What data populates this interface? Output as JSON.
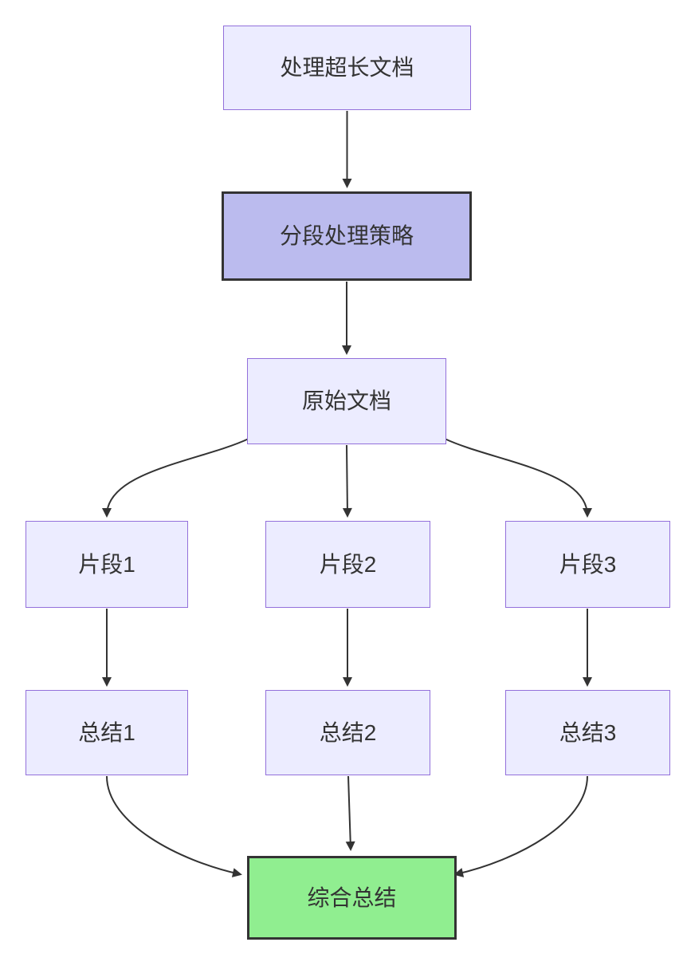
{
  "diagram": {
    "type": "flowchart",
    "direction": "top-down",
    "nodes": [
      {
        "id": "doc",
        "label": "处理超长文档",
        "style": "default"
      },
      {
        "id": "strategy",
        "label": "分段处理策略",
        "style": "highlight"
      },
      {
        "id": "original",
        "label": "原始文档",
        "style": "default"
      },
      {
        "id": "seg1",
        "label": "片段1",
        "style": "default"
      },
      {
        "id": "seg2",
        "label": "片段2",
        "style": "default"
      },
      {
        "id": "seg3",
        "label": "片段3",
        "style": "default"
      },
      {
        "id": "sum1",
        "label": "总结1",
        "style": "default"
      },
      {
        "id": "sum2",
        "label": "总结2",
        "style": "default"
      },
      {
        "id": "sum3",
        "label": "总结3",
        "style": "default"
      },
      {
        "id": "final",
        "label": "综合总结",
        "style": "success"
      }
    ],
    "edges": [
      {
        "from": "doc",
        "to": "strategy"
      },
      {
        "from": "strategy",
        "to": "original"
      },
      {
        "from": "original",
        "to": "seg1"
      },
      {
        "from": "original",
        "to": "seg2"
      },
      {
        "from": "original",
        "to": "seg3"
      },
      {
        "from": "seg1",
        "to": "sum1"
      },
      {
        "from": "seg2",
        "to": "sum2"
      },
      {
        "from": "seg3",
        "to": "sum3"
      },
      {
        "from": "sum1",
        "to": "final"
      },
      {
        "from": "sum2",
        "to": "final"
      },
      {
        "from": "sum3",
        "to": "final"
      }
    ],
    "colors": {
      "background": "#FFFFFF",
      "node_fill": "#ECECFF",
      "node_border": "#9370DB",
      "highlight_fill": "#BBBBEE",
      "highlight_border": "#333333",
      "success_fill": "#90EE90",
      "success_border": "#333333",
      "edge_color": "#333333",
      "text_color": "#333333"
    }
  }
}
